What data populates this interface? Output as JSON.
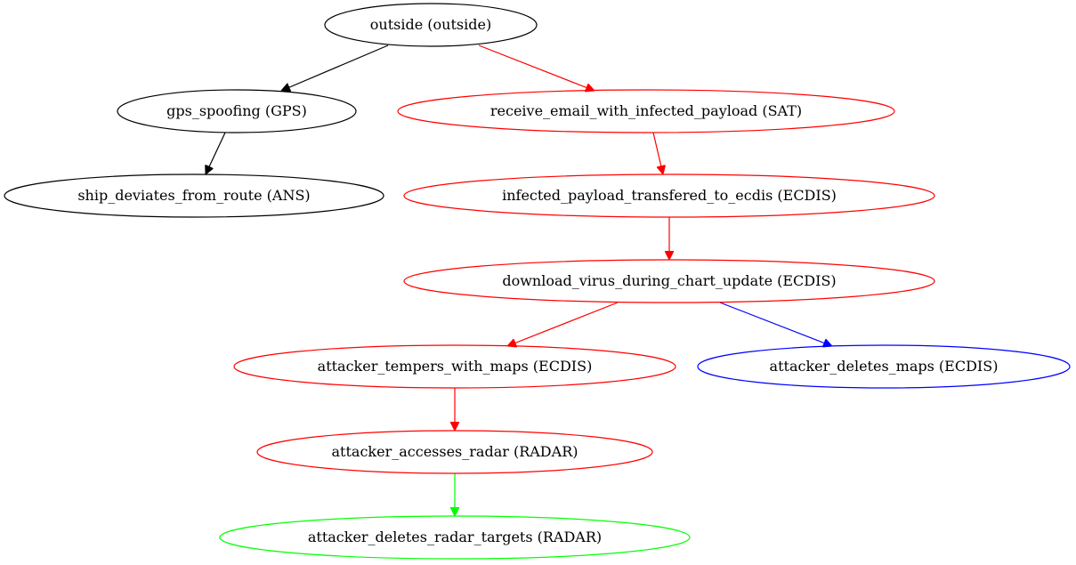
{
  "colors": {
    "black": "#000000",
    "red": "#ff0000",
    "blue": "#0000ff",
    "green": "#00ff00"
  },
  "nodes": [
    {
      "id": "outside",
      "label": "outside (outside)",
      "color": "black"
    },
    {
      "id": "gps",
      "label": "gps_spoofing (GPS)",
      "color": "black"
    },
    {
      "id": "email",
      "label": "receive_email_with_infected_payload (SAT)",
      "color": "red"
    },
    {
      "id": "ship",
      "label": "ship_deviates_from_route (ANS)",
      "color": "black"
    },
    {
      "id": "transfer",
      "label": "infected_payload_transfered_to_ecdis (ECDIS)",
      "color": "red"
    },
    {
      "id": "download",
      "label": "download_virus_during_chart_update (ECDIS)",
      "color": "red"
    },
    {
      "id": "tempers",
      "label": "attacker_tempers_with_maps (ECDIS)",
      "color": "red"
    },
    {
      "id": "deletes_maps",
      "label": "attacker_deletes_maps (ECDIS)",
      "color": "blue"
    },
    {
      "id": "radar",
      "label": "attacker_accesses_radar (RADAR)",
      "color": "red"
    },
    {
      "id": "radar_targets",
      "label": "attacker_deletes_radar_targets (RADAR)",
      "color": "green"
    }
  ],
  "edges": [
    {
      "from": "outside",
      "to": "gps",
      "color": "black"
    },
    {
      "from": "outside",
      "to": "email",
      "color": "red"
    },
    {
      "from": "gps",
      "to": "ship",
      "color": "black"
    },
    {
      "from": "email",
      "to": "transfer",
      "color": "red"
    },
    {
      "from": "transfer",
      "to": "download",
      "color": "red"
    },
    {
      "from": "download",
      "to": "tempers",
      "color": "red"
    },
    {
      "from": "download",
      "to": "deletes_maps",
      "color": "blue"
    },
    {
      "from": "tempers",
      "to": "radar",
      "color": "red"
    },
    {
      "from": "radar",
      "to": "radar_targets",
      "color": "green"
    }
  ]
}
